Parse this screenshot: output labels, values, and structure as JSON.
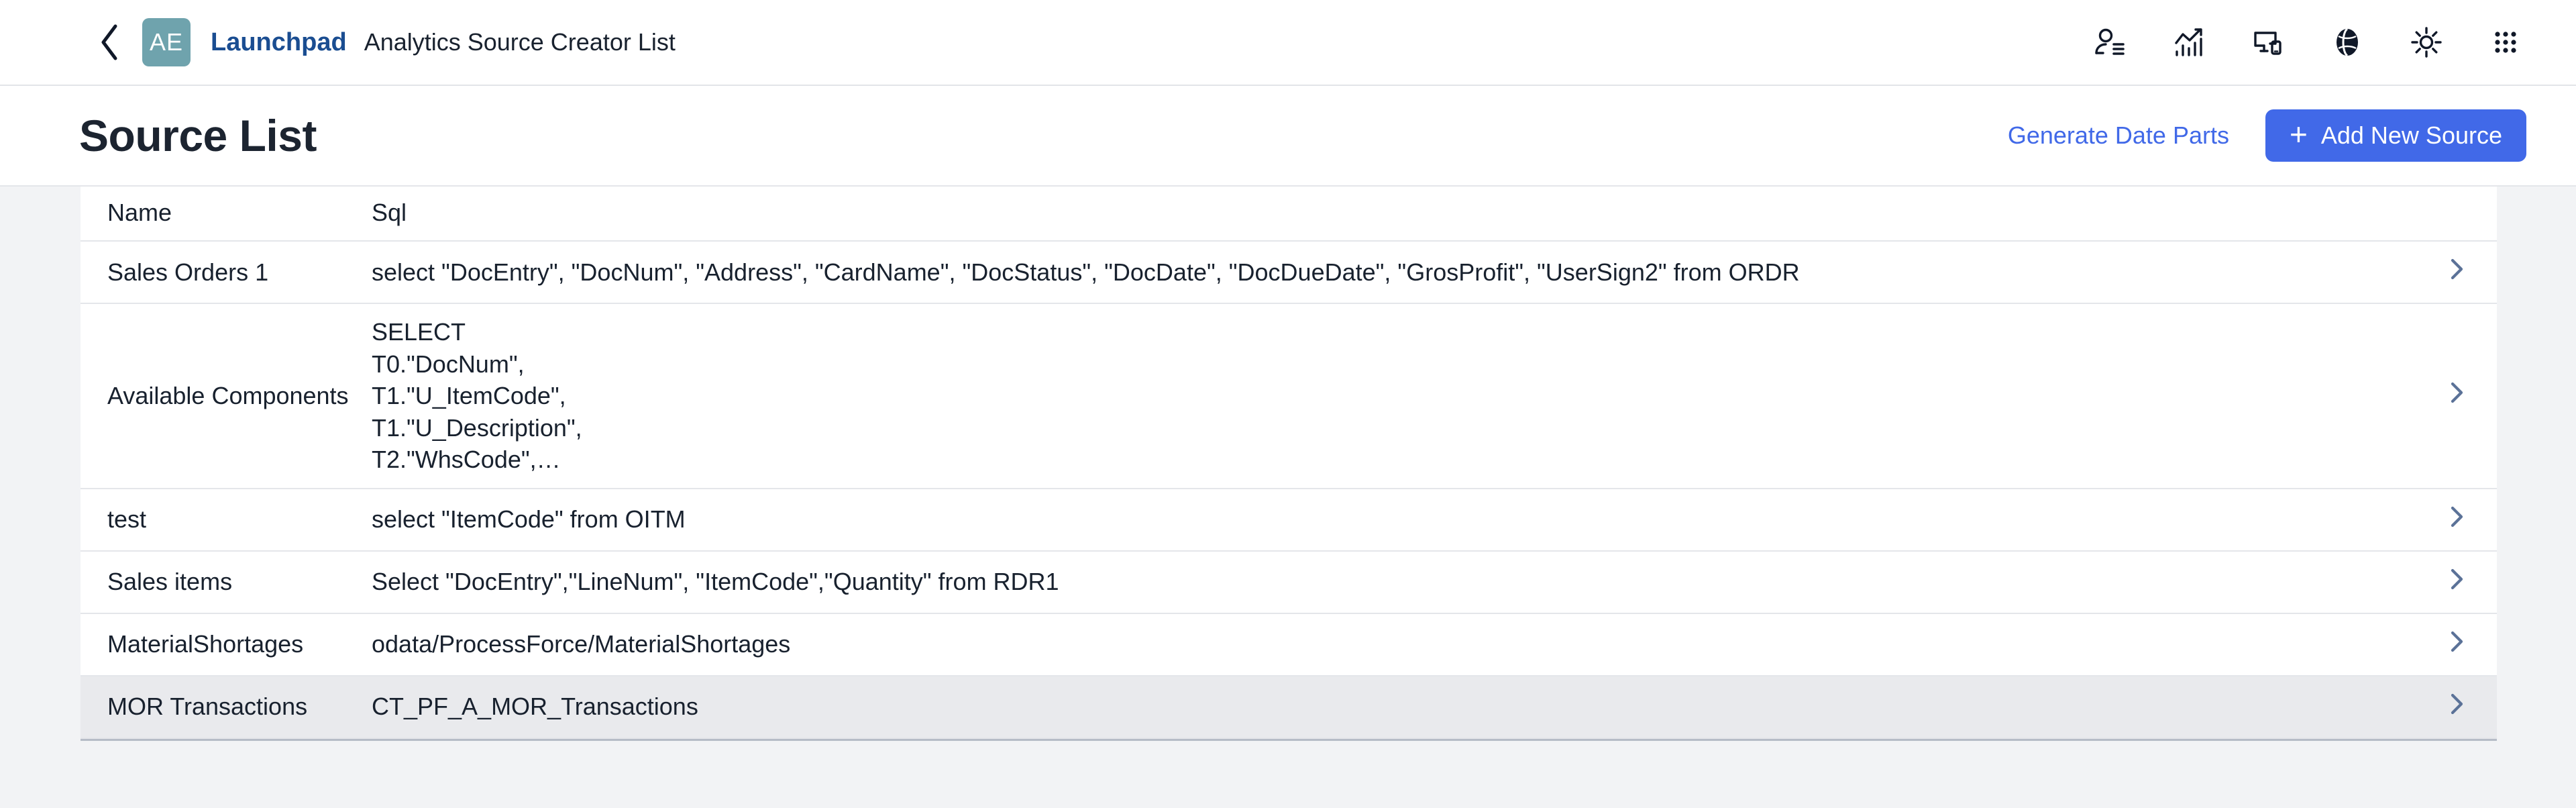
{
  "shell": {
    "back_icon": "chevron-left-icon",
    "logo_text": "AE",
    "brand": "Launchpad",
    "subtitle": "Analytics Source Creator List",
    "icons": [
      {
        "name": "user-list-icon"
      },
      {
        "name": "analytics-chart-icon"
      },
      {
        "name": "devices-screen-icon"
      },
      {
        "name": "globe-icon"
      },
      {
        "name": "brightness-sun-icon"
      },
      {
        "name": "app-grid-icon"
      }
    ]
  },
  "header": {
    "title": "Source List",
    "generate_link": "Generate Date Parts",
    "add_button": "Add New Source",
    "add_button_plus": "+"
  },
  "table": {
    "columns": [
      "Name",
      "Sql"
    ],
    "rows": [
      {
        "name": "Sales Orders 1",
        "sql": "select \"DocEntry\", \"DocNum\", \"Address\", \"CardName\", \"DocStatus\", \"DocDate\", \"DocDueDate\", \"GrosProfit\", \"UserSign2\" from ORDR",
        "highlighted": false
      },
      {
        "name": "Available Components",
        "sql": "SELECT\nT0.\"DocNum\",\nT1.\"U_ItemCode\",\nT1.\"U_Description\",\nT2.\"WhsCode\",…",
        "highlighted": false
      },
      {
        "name": "test",
        "sql": "select \"ItemCode\" from OITM",
        "highlighted": false
      },
      {
        "name": "Sales items",
        "sql": "Select \"DocEntry\",\"LineNum\", \"ItemCode\",\"Quantity\" from RDR1",
        "highlighted": false
      },
      {
        "name": "MaterialShortages",
        "sql": "odata/ProcessForce/MaterialShortages",
        "highlighted": false
      },
      {
        "name": "MOR Transactions",
        "sql": "CT_PF_A_MOR_Transactions",
        "highlighted": true
      }
    ],
    "row_nav_icon": "chevron-right-icon"
  },
  "colors": {
    "accent_blue": "#4169e8",
    "brand_navy": "#1a4d91",
    "logo_teal": "#6fa3ad",
    "page_background": "#f2f3f5",
    "row_highlight": "#e9eaed",
    "chevron": "#5b7298"
  }
}
